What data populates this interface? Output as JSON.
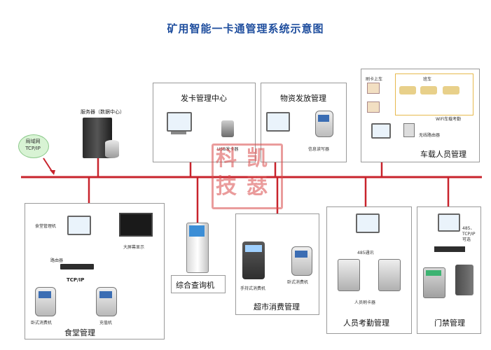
{
  "title": "矿用智能一卡通管理系统示意图",
  "network": {
    "lines": [
      "局域网",
      "TCP/IP"
    ]
  },
  "server": {
    "label": "服务器（数据中心）"
  },
  "card_center": {
    "title": "发卡管理中心",
    "device_label": "USB发卡器"
  },
  "material": {
    "title": "物资发放管理",
    "device_label": "信息读写器"
  },
  "vehicle": {
    "title": "车载人员管理",
    "swipe_label": "刷卡上车",
    "bus_label": "班车",
    "wifi_label": "WiFi车载考勤",
    "router_label": "无线路由器"
  },
  "canteen": {
    "title": "食堂管理",
    "mgmt_pc": "食堂管理机",
    "big_screen": "大屏幕显示",
    "router": "路由器",
    "tcpip": "TCP/IP",
    "pos1": "卧式消费机",
    "pos2": "充值机"
  },
  "kiosk": {
    "title": "综合查询机"
  },
  "supermarket": {
    "title": "超市消费管理",
    "handheld": "手持式消费机",
    "desktop": "卧式消费机"
  },
  "attendance": {
    "title": "人员考勤管理",
    "rs485": "485通讯",
    "reader": "人员刷卡器"
  },
  "access": {
    "title": "门禁管理",
    "note": "485、TCP/IP 可选"
  },
  "watermark": {
    "chars": [
      "科",
      "凯",
      "技",
      "瑟"
    ]
  },
  "colors": {
    "bus": "#c8232c",
    "title": "#1f4e9e",
    "green": "#3aa84a",
    "box_border": "#9a9a9a"
  }
}
